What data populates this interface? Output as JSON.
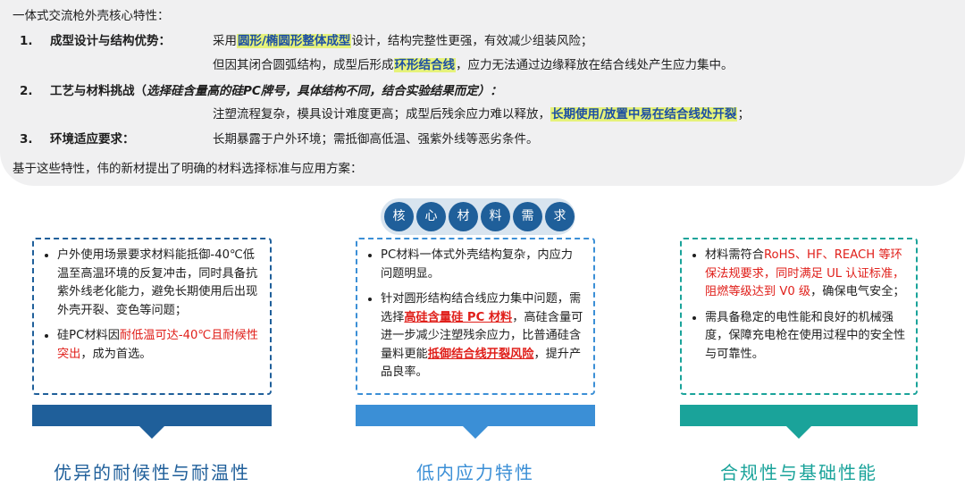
{
  "intro": {
    "heading": "一体式交流枪外壳核心特性：",
    "item1": {
      "num": "1.",
      "title": "成型设计与结构优势：",
      "l1_a": "采用",
      "l1_hl": "圆形/椭圆形整体成型",
      "l1_b": "设计，结构完整性更强，有效减少组装风险；",
      "l2_a": "但因其闭合圆弧结构，成型后形成",
      "l2_hl": "环形结合线",
      "l2_b": "，应力无法通过边缘释放在结合线处产生应力集中。"
    },
    "item2": {
      "num": "2.",
      "title": "工艺与材料挑战（",
      "title_italic": "选择硅含量高的硅PC牌号，具体结构不同，结合实验结果而定）：",
      "l1_a": "注塑流程复杂，模具设计难度更高；成型后残余应力难以释放，",
      "l1_hl": "长期使用/放置中易在结合线处开裂",
      "l1_b": "；"
    },
    "item3": {
      "num": "3.",
      "title": "环境适应要求：",
      "text": "长期暴露于户外环境；需抵御高低温、强紫外线等恶劣条件。"
    },
    "closing": "基于这些特性，伟的新材提出了明确的材料选择标准与应用方案："
  },
  "badge": [
    "核",
    "心",
    "材",
    "料",
    "需",
    "求"
  ],
  "cards": [
    {
      "b1": "户外使用场景要求材料能抵御-40℃低温至高温环境的反复冲击，同时具备抗紫外线老化能力，避免长期使用后出现外壳开裂、变色等问题；",
      "b2_a": "硅PC材料因",
      "b2_red": "耐低温可达-40℃且耐候性突出",
      "b2_b": "，成为首选。",
      "caption": "优异的耐候性与耐温性"
    },
    {
      "b1": "PC材料一体式外壳结构复杂，内应力问题明显。",
      "b2_a": "针对圆形结构结合线应力集中问题，需选择",
      "b2_red1": "高硅含量硅 PC 材料",
      "b2_b": "，高硅含量可进一步减少注塑残余应力，比普通硅含量料更能",
      "b2_red2": "抵御结合线开裂风险",
      "b2_c": "，提升产品良率。",
      "caption": "低内应力特性"
    },
    {
      "b1_a": "材料需符合",
      "b1_red": "RoHS、HF、REACH 等环保法规要求，同时满足 UL 认证标准，阻燃等级达到 V0 级",
      "b1_b": "，确保电气安全；",
      "b2": "需具备稳定的电性能和良好的机械强度，保障充电枪在使用过程中的安全性与可靠性。",
      "caption": "合规性与基础性能"
    }
  ],
  "colors": {
    "blue_dark": "#1f5f9a",
    "blue_mid": "#3b8fd6",
    "teal": "#1aa39a",
    "highlight": "#e6f27a",
    "red": "#e0201b"
  }
}
